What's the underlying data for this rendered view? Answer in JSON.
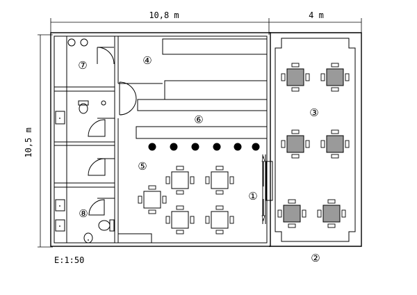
{
  "dimensions": {
    "width_main": "10,8 m",
    "width_terrace": "4 m",
    "height": "10,5 m"
  },
  "scale": "E:1:50",
  "rooms": {
    "r1": "①",
    "r2": "②",
    "r3": "③",
    "r4": "④",
    "r5": "⑤",
    "r6": "⑥",
    "r7": "⑦",
    "r8": "⑧"
  }
}
